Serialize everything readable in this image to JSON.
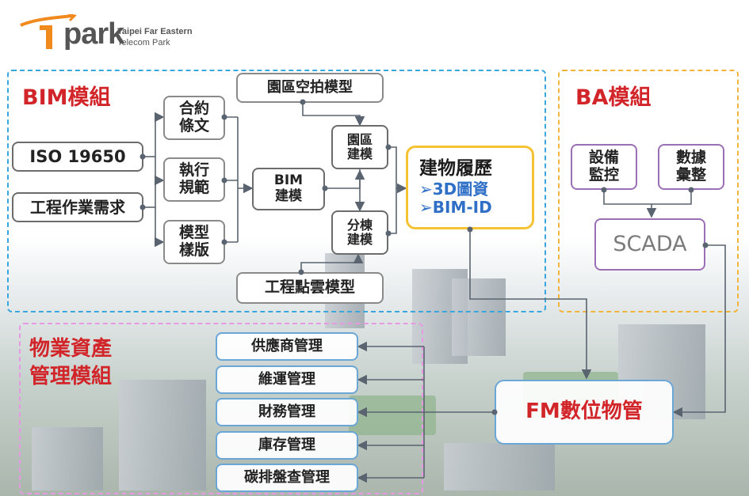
{
  "logo": {
    "word": "park",
    "line1": "Taipei Far Eastern",
    "line2": "Telecom Park"
  },
  "regions": {
    "bim": "BIM模組",
    "ba": "BA模組",
    "pm_line1": "物業資產",
    "pm_line2": "管理模組"
  },
  "bim_nodes": {
    "iso": "ISO 19650",
    "req": "工程作業需求",
    "contract": [
      "合約",
      "條文"
    ],
    "execution": [
      "執行",
      "規範"
    ],
    "template": [
      "模型",
      "樣版"
    ],
    "bim_model": [
      "BIM",
      "建模"
    ],
    "aerial": "園區空拍模型",
    "park_model": [
      "園區",
      "建模"
    ],
    "building_model": [
      "分棟",
      "建模"
    ],
    "pointcloud": "工程點雲模型",
    "history": {
      "title": "建物履歷",
      "item1": "➢3D圖資",
      "item2": "➢BIM-ID"
    }
  },
  "ba_nodes": {
    "equipment": [
      "設備",
      "監控"
    ],
    "data": [
      "數據",
      "彙整"
    ],
    "scada": "SCADA"
  },
  "pm_nodes": {
    "supplier": "供應商管理",
    "maintenance": "維運管理",
    "finance": "財務管理",
    "inventory": "庫存管理",
    "carbon": "碳排盤查管理"
  },
  "fm": "FM數位物管",
  "colors": {
    "region_bim": "#39a7dd",
    "region_ba": "#f2b43a",
    "region_pm": "#e79ae3",
    "title_red": "#d2252a",
    "history_blue": "#2f6fc6",
    "history_border": "#f5c233",
    "scada_text": "#7b7b7b"
  }
}
